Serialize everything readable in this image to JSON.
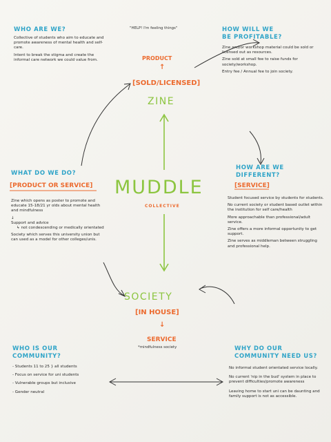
{
  "colors": {
    "accent_blue": "#2fa4c8",
    "accent_orange": "#ec6a2e",
    "accent_green": "#8cc540"
  },
  "top_note": "\"HELP! I'm feeling things\"",
  "who_are_we": {
    "heading": "WHO ARE WE?",
    "p1": "Collective of students who aim to educate and promote awareness of mental health and self-care.",
    "p2": "Intent to break the stigma and create the informal care network we could value from."
  },
  "profitable": {
    "heading_line1": "HOW WILL WE",
    "heading_line2": "BE PROFITABLE?",
    "p1": "Zine and/or workshop material could be sold or licensed out as resources.",
    "p2": "Zine sold at small fee to raise funds for society/workshop.",
    "p3": "Entry fee / Annual fee to join society."
  },
  "product_top": {
    "label": "PRODUCT",
    "arrow": "↑",
    "sold": "[SOLD/LICENSED]",
    "zine": "ZINE"
  },
  "center": {
    "title": "MUDDLE",
    "subtitle": "COLLECTIVE"
  },
  "what_do_we_do": {
    "heading": "WHAT DO WE DO?",
    "tag": "[PRODUCT OR SERVICE]",
    "p1": "Zine which opens as poster to promote and educate 15-18/21 yr olds about mental health and mindfulness",
    "arrow": "↓",
    "p2": "Support and advice",
    "p2b": "↳ not condescending or medically orientated",
    "p3": "Society which serves this university union but can used as a model for other colleges/unis."
  },
  "different": {
    "heading_line1": "HOW ARE WE",
    "heading_line2": "DIFFERENT?",
    "tag": "[SERVICE]",
    "p1": "Student focused service by students for students.",
    "p2": "No current society or student based outlet within the institution for self care/health",
    "p3": "More approachable than professional/adult service.",
    "p4": "Zine offers a more informal opportunity to get support.",
    "p5": "Zine serves as middleman between struggling and professional help."
  },
  "society_bottom": {
    "title": "SOCIETY",
    "tag": "[IN HOUSE]",
    "arrow": "↓",
    "service": "SERVICE",
    "note": "*mindfulness society"
  },
  "community": {
    "heading_line1": "WHO IS OUR",
    "heading_line2": "COMMUNITY?",
    "items": [
      "- Students 11 to 25 } all students",
      "- Focus on service for uni students",
      "- Vulnerable groups but inclusive",
      "- Gender neutral"
    ]
  },
  "why_need": {
    "heading_line1": "WHY DO OUR",
    "heading_line2": "COMMUNITY NEED US?",
    "p1": "No informal student orientated service locally.",
    "p2": "No current 'nip in the bud' system in place to prevent difficulties/promote awareness",
    "p3": "Leaving home to start uni can be daunting and family support is not as accessible."
  }
}
